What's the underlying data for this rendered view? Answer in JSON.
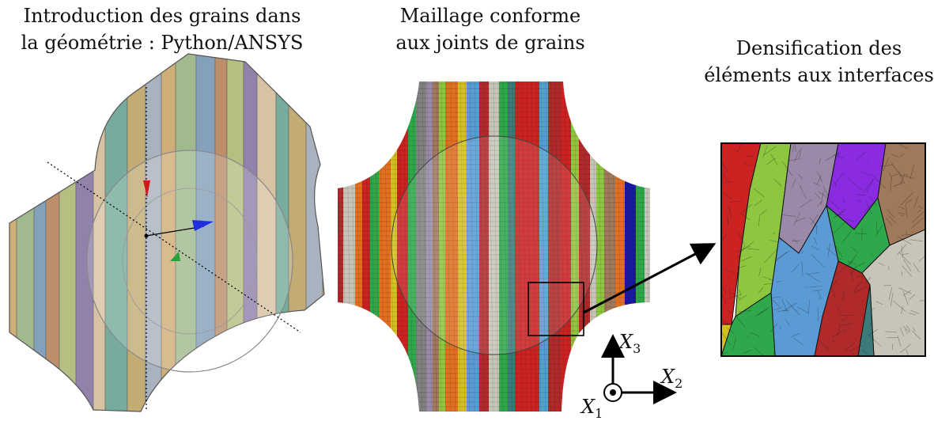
{
  "captions": {
    "left": [
      "Introduction des grains dans",
      "la géométrie : Python/ANSYS"
    ],
    "middle": [
      "Maillage conforme",
      "aux joints de grains"
    ],
    "right": [
      "Densification des",
      "éléments aux interfaces"
    ]
  },
  "axes": {
    "x3": "X",
    "x3_sub": "3",
    "x2": "X",
    "x2_sub": "2",
    "x1": "X",
    "x1_sub": "1"
  },
  "colors": {
    "grain_palette": [
      "#c8a060",
      "#8fae7a",
      "#6f8fae",
      "#b07a50",
      "#a8b46c",
      "#7c6c9c",
      "#d0b890",
      "#5f9c8c",
      "#b89c5c",
      "#9aa6b4"
    ],
    "mesh_palette": [
      "#cc2222",
      "#8dc63f",
      "#9a8aa8",
      "#8a2be2",
      "#2ea84a",
      "#5b9bd5",
      "#a0785a",
      "#c8c4b8",
      "#b02a2a",
      "#3d7a7a",
      "#d4c020",
      "#1a1aa0",
      "#e07020",
      "#808080"
    ]
  }
}
